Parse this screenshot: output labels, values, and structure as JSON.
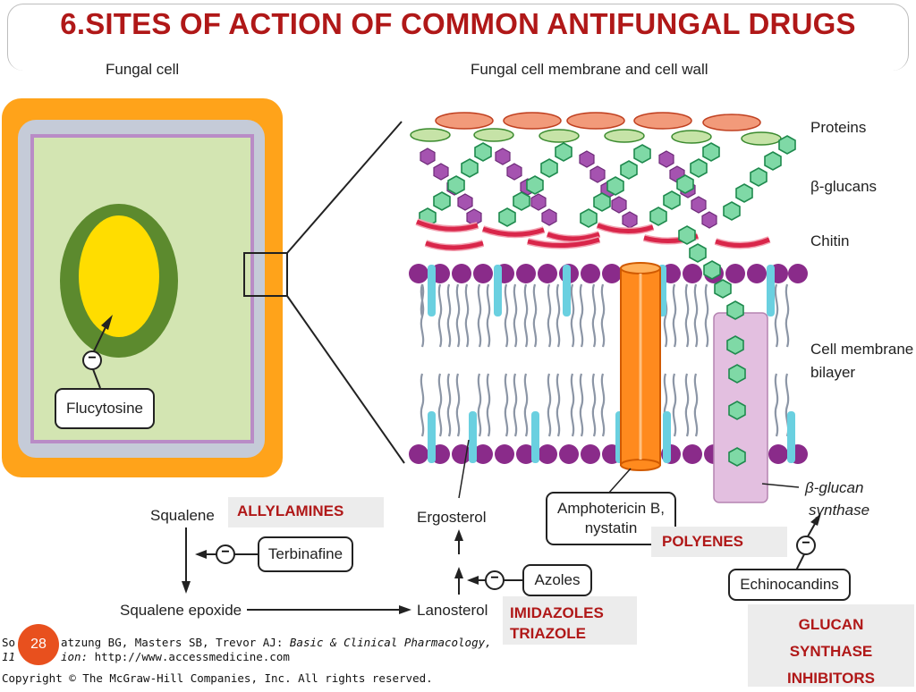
{
  "title": "6.SITES OF ACTION OF COMMON ANTIFUNGAL DRUGS",
  "labels": {
    "fungal_cell": "Fungal cell",
    "membrane_wall": "Fungal cell membrane and cell wall",
    "proteins": "Proteins",
    "beta_glucans": "β-glucans",
    "chitin": "Chitin",
    "cell_membrane": "Cell membrane",
    "bilayer": "bilayer",
    "glucan_synthase_1": "β-glucan",
    "glucan_synthase_2": "synthase",
    "squalene": "Squalene",
    "squalene_epoxide": "Squalene epoxide",
    "ergosterol": "Ergosterol",
    "lanosterol": "Lanosterol",
    "inhibit_symbol": "−"
  },
  "drug_boxes": {
    "flucytosine": "Flucytosine",
    "terbinafine": "Terbinafine",
    "azoles": "Azoles",
    "amphotericin_1": "Amphotericin B,",
    "amphotericin_2": "nystatin",
    "echinocandins": "Echinocandins"
  },
  "classes": {
    "allylamines": "ALLYLAMINES",
    "polyenes": "POLYENES",
    "imidazoles": "IMIDAZOLES",
    "triazole": "TRIAZOLE",
    "glucan_1": "GLUCAN",
    "glucan_2": "SYNTHASE",
    "glucan_3": "INHIBITORS"
  },
  "footer": {
    "source_prefix": "So",
    "source_text": "atzung BG, Masters SB, Trevor AJ:",
    "source_book": "Basic & Clinical Pharmacology,",
    "edition_prefix": "11",
    "edition_text": "ion:",
    "edition_url": "http://www.accessmedicine.com",
    "copyright": "Copyright © The McGraw-Hill Companies, Inc. All rights reserved."
  },
  "page_number": "28",
  "colors": {
    "title_red": "#b01818",
    "cell_wall_orange": "#ffa31a",
    "cytoplasm_green": "#d3e5b2",
    "nucleus_ring_green": "#5c8a2e",
    "nucleus_yellow": "#ffdd00",
    "membrane_gray": "#c5cbd8",
    "membrane_purple": "#b98cc6",
    "protein_salmon": "#f29a7a",
    "protein_green": "#c6e3a7",
    "glucan_green": "#7fd9a6",
    "chitin_purple": "#a553b0",
    "lipid_head_purple": "#8a2b8a",
    "ergosterol_cyan": "#6ad0e0",
    "amphotericin_orange": "#ff8a1e",
    "synthase_pink": "#e3bfe0",
    "highlight_gray": "#ececec",
    "page_badge_orange": "#e8501e"
  }
}
